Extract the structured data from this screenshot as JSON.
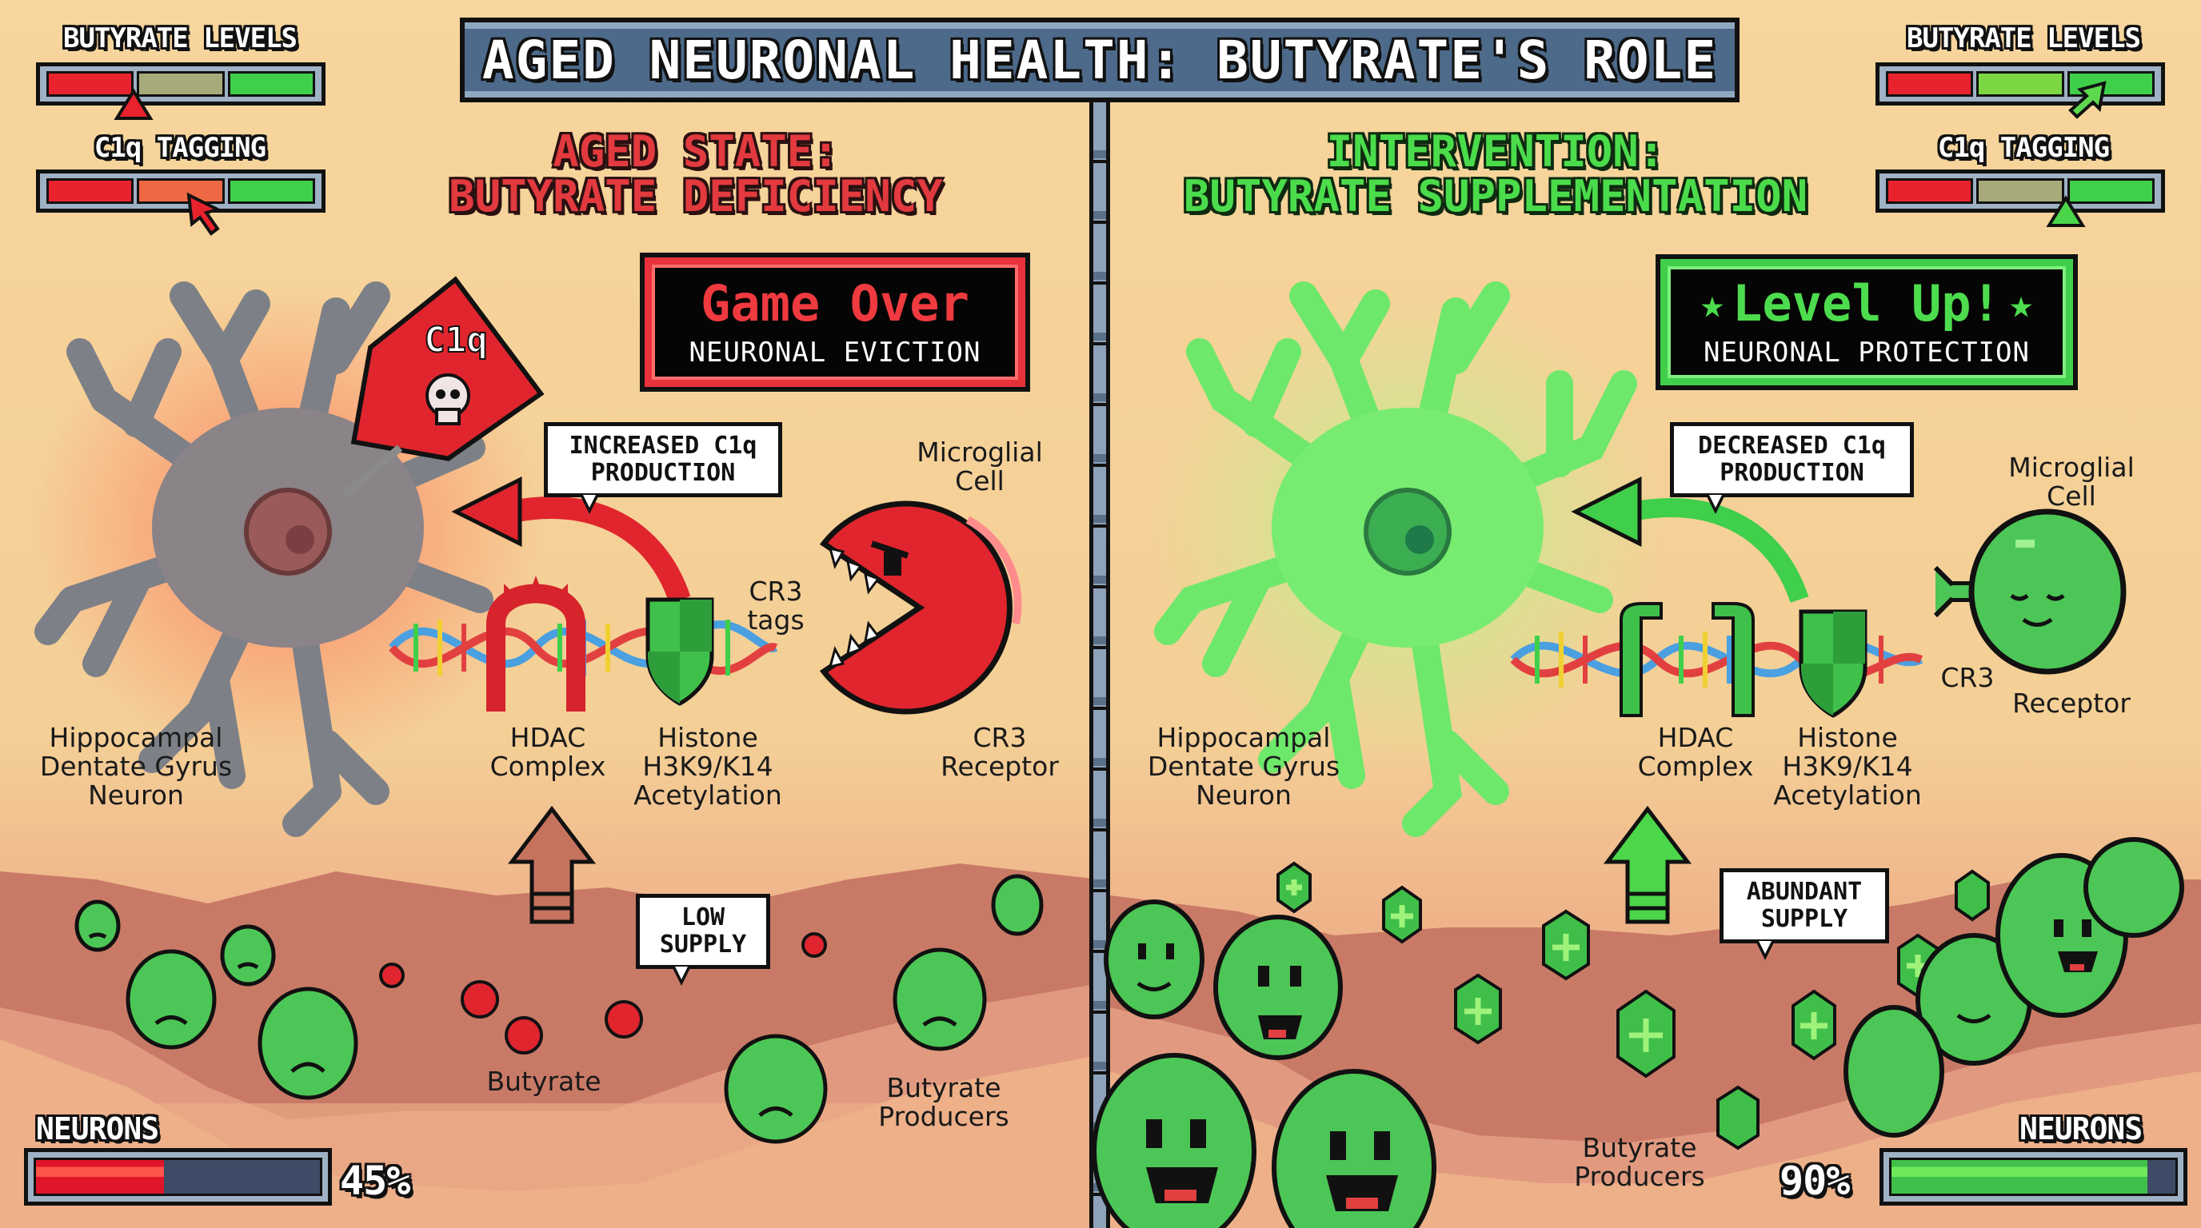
{
  "title": "AGED NEURONAL HEALTH: BUTYRATE'S ROLE",
  "colors": {
    "background": "#f6d39a",
    "gut_dark": "#c97a66",
    "gut_mid": "#e5a084",
    "title_bar": "#4d6a8a",
    "red": "#e8232e",
    "green": "#3fcf4a",
    "olive": "#a8aa7a",
    "neuron_grey": "#7b7f86",
    "neuron_green": "#6ee86a"
  },
  "left": {
    "section_title_line1": "AGED STATE:",
    "section_title_line2": "BUTYRATE DEFICIENCY",
    "gauges": {
      "butyrate_label": "BUTYRATE LEVELS",
      "butyrate_segments": [
        "#e8232e",
        "#a8aa7a",
        "#3fcf4a"
      ],
      "butyrate_pointer": "low",
      "c1q_label": "C1q TAGGING",
      "c1q_segments": [
        "#e8232e",
        "#ee6844",
        "#3fcf4a"
      ],
      "c1q_pointer": "high"
    },
    "status": {
      "heading": "Game Over",
      "subheading": "NEURONAL EVICTION"
    },
    "c1q_tag": {
      "label": "C1q",
      "icon": "skull-icon"
    },
    "bubble_production": {
      "line1": "INCREASED C1q",
      "line2": "PRODUCTION"
    },
    "microglia_label": {
      "line1": "Microglial",
      "line2": "Cell"
    },
    "cr3_tags_label": {
      "line1": "CR3",
      "line2": "tags"
    },
    "cr3_receptor_label": {
      "line1": "CR3",
      "line2": "Receptor"
    },
    "neuron_label": {
      "line1": "Hippocampal",
      "line2": "Dentate Gyrus",
      "line3": "Neuron"
    },
    "hdac_label": {
      "line1": "HDAC",
      "line2": "Complex"
    },
    "histone_label": {
      "line1": "Histone",
      "line2": "H3K9/K14",
      "line3": "Acetylation"
    },
    "bubble_supply": {
      "line1": "LOW",
      "line2": "SUPPLY"
    },
    "butyrate_label": "Butyrate",
    "producers_label": {
      "line1": "Butyrate",
      "line2": "Producers"
    },
    "neurons_meter": {
      "label": "NEURONS",
      "percent_text": "45%",
      "value": 45
    }
  },
  "right": {
    "section_title_line1": "INTERVENTION:",
    "section_title_line2": "BUTYRATE SUPPLEMENTATION",
    "gauges": {
      "butyrate_label": "BUTYRATE LEVELS",
      "butyrate_segments": [
        "#e8232e",
        "#7bd642",
        "#3fcf4a"
      ],
      "butyrate_pointer": "high",
      "c1q_label": "C1q TAGGING",
      "c1q_segments": [
        "#e8232e",
        "#a8aa7a",
        "#3fcf4a"
      ],
      "c1q_pointer": "low"
    },
    "status": {
      "heading": "Level Up!",
      "subheading": "NEURONAL PROTECTION"
    },
    "bubble_production": {
      "line1": "DECREASED C1q",
      "line2": "PRODUCTION"
    },
    "microglia_label": {
      "line1": "Microglial",
      "line2": "Cell"
    },
    "cr3_label": "CR3",
    "receptor_label": "Receptor",
    "neuron_label": {
      "line1": "Hippocampal",
      "line2": "Dentate Gyrus",
      "line3": "Neuron"
    },
    "hdac_label": {
      "line1": "HDAC",
      "line2": "Complex"
    },
    "histone_label": {
      "line1": "Histone",
      "line2": "H3K9/K14",
      "line3": "Acetylation"
    },
    "bubble_supply": {
      "line1": "ABUNDANT",
      "line2": "SUPPLY"
    },
    "producers_label": {
      "line1": "Butyrate",
      "line2": "Producers"
    },
    "neurons_meter": {
      "label": "NEURONS",
      "percent_text": "90%",
      "value": 90
    }
  }
}
